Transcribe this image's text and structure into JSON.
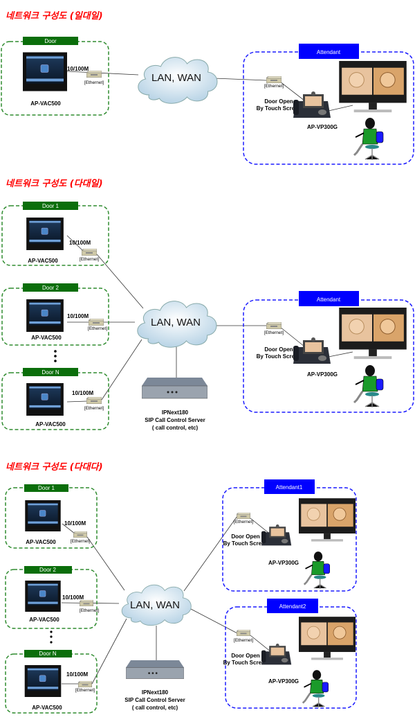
{
  "colors": {
    "title": "#ff0000",
    "door_tag": "#0b6e0b",
    "attendant_tag": "#0000ff",
    "door_border": "#2e8b2e",
    "attendant_border": "#1a1aff"
  },
  "icons": [
    "door-panel-icon",
    "ethernet-hub-icon",
    "cloud-icon",
    "monitor-icon",
    "video-phone-icon",
    "attendant-person-icon",
    "server-icon"
  ],
  "sections": [
    {
      "title": "네트워크 구성도 (일대일)",
      "cloud": "LAN, WAN",
      "doors": [
        {
          "label": "Door",
          "device": "AP-VAC500",
          "speed": "10/100M",
          "port": "[Ethernet]"
        }
      ],
      "attendants": [
        {
          "label": "Attendant",
          "port": "[Ethernet]",
          "door_open": "Door Open",
          "by_touch": "By Touch Screen",
          "device": "AP-VP300G"
        }
      ]
    },
    {
      "title": "네트워크 구성도 (다대일)",
      "cloud": "LAN, WAN",
      "doors": [
        {
          "label": "Door 1",
          "device": "AP-VAC500",
          "speed": "10/100M",
          "port": "[Ethernet]"
        },
        {
          "label": "Door 2",
          "device": "AP-VAC500",
          "speed": "10/100M",
          "port": "[Ethernet]"
        },
        {
          "label": "Door N",
          "device": "AP-VAC500",
          "speed": "10/100M",
          "port": "[Ethernet]"
        }
      ],
      "server": {
        "name": "IPNext180",
        "role": "SIP Call Control Server",
        "note": "( call control, etc)"
      },
      "attendants": [
        {
          "label": "Attendant",
          "port": "[Ethernet]",
          "door_open": "Door Open",
          "by_touch": "By Touch Screen",
          "device": "AP-VP300G"
        }
      ]
    },
    {
      "title": "네트워크 구성도 (다대다)",
      "cloud": "LAN, WAN",
      "doors": [
        {
          "label": "Door 1",
          "device": "AP-VAC500",
          "speed": "10/100M",
          "port": "[Ethernet]"
        },
        {
          "label": "Door 2",
          "device": "AP-VAC500",
          "speed": "10/100M",
          "port": "[Ethernet]"
        },
        {
          "label": "Door N",
          "device": "AP-VAC500",
          "speed": "10/100M",
          "port": "[Ethernet]"
        }
      ],
      "server": {
        "name": "IPNext180",
        "role": "SIP Call Control Server",
        "note": "( call control, etc)"
      },
      "attendants": [
        {
          "label": "Attendant1",
          "port": "[Ethernet]",
          "door_open": "Door Open",
          "by_touch": "By Touch Screen",
          "device": "AP-VP300G"
        },
        {
          "label": "Attendant2",
          "port": "[Ethernet]",
          "door_open": "Door Open",
          "by_touch": "By Touch Screen",
          "device": "AP-VP300G"
        }
      ]
    }
  ]
}
